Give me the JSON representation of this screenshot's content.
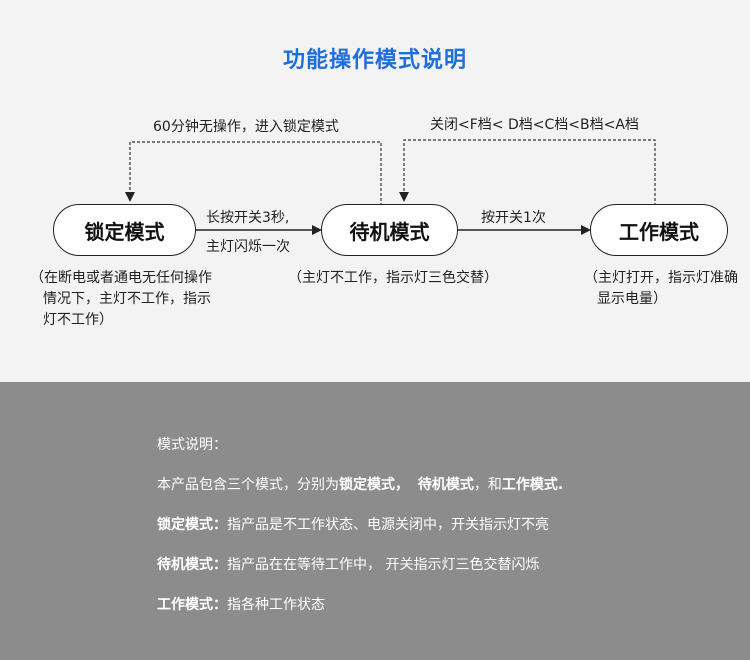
{
  "title": "功能操作模式说明",
  "modes": {
    "lock": "锁定模式",
    "standby": "待机模式",
    "work": "工作模式"
  },
  "arrows": {
    "top_left": "60分钟无操作，进入锁定模式",
    "top_right": "关闭<F档< D档<C档<B档<A档",
    "lock_to_standby_1": "长按开关3秒,",
    "lock_to_standby_2": "主灯闪烁一次",
    "standby_to_work": "按开关1次"
  },
  "notes": {
    "lock_1": "（在断电或者通电无任何操作",
    "lock_2": "情况下，主灯不工作，指示",
    "lock_3": "灯不工作）",
    "standby": "（主灯不工作，指示灯三色交替）",
    "work_1": "（主灯打开，指示灯准确",
    "work_2": "显示电量）"
  },
  "description": {
    "heading": "模式说明：",
    "intro_pre": "本产品包含三个模式，分别为",
    "intro_lock": "锁定模式，",
    "intro_standby": "待机模式",
    "intro_and": "，和",
    "intro_work": "工作模式.",
    "lock_term": "锁定模式：",
    "lock_text": "指产品是不工作状态、电源关闭中，开关指示灯不亮",
    "standby_term": "待机模式：",
    "standby_text": "指产品在在等待工作中， 开关指示灯三色交替闪烁",
    "work_term": "工作模式：",
    "work_text": "指各种工作状态"
  },
  "colors": {
    "title": "#1e6fd9",
    "top_bg": "#f3f3f3",
    "bottom_bg": "#8c8c8c"
  }
}
